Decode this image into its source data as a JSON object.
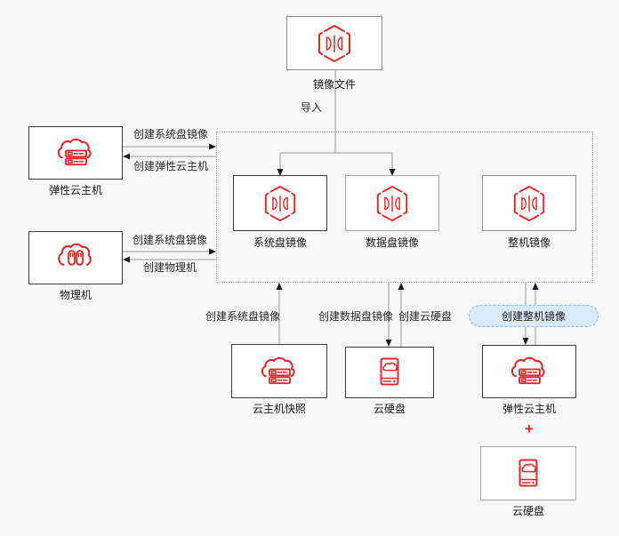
{
  "colors": {
    "accent_red": "#e12729",
    "line_gray": "#9a9a9a",
    "arrow_dark": "#1c1c1c",
    "pill_fill": "#d9eafc",
    "pill_border": "#8ab4e4",
    "background": "#f7f7f7"
  },
  "nodes": {
    "image_file": "镜像文件",
    "system_disk_image": "系统盘镜像",
    "data_disk_image": "数据盘镜像",
    "full_machine_image": "整机镜像",
    "ecs_left": "弹性云主机",
    "physical_machine": "物理机",
    "server_snapshot": "云主机快照",
    "evs_disk_mid": "云硬盘",
    "ecs_bottom": "弹性云主机",
    "evs_disk_bottom": "云硬盘",
    "plus": "+"
  },
  "edges": {
    "import_label": "导入",
    "ecs_to_image": "创建系统盘镜像",
    "image_to_ecs": "创建弹性云主机",
    "bms_to_image": "创建系统盘镜像",
    "image_to_bms": "创建物理机",
    "snapshot_to_image": "创建系统盘镜像",
    "disk_to_image": "创建数据盘镜像",
    "image_to_disk": "创建云硬盘",
    "create_full_image": "创建整机镜像"
  }
}
